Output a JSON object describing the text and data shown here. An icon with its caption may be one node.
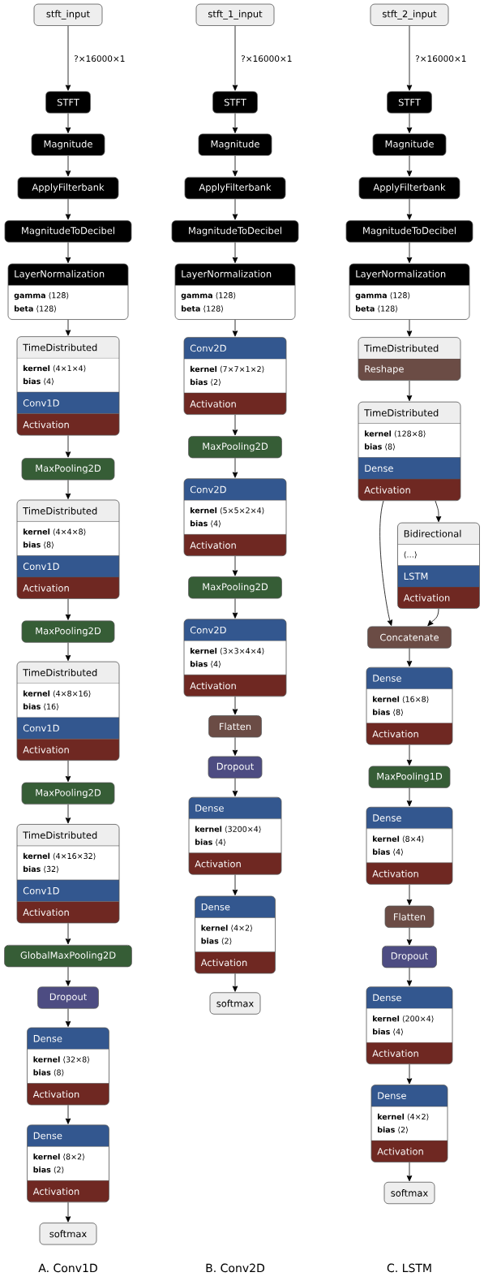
{
  "diagram": {
    "nodes": [
      {
        "text": [
          "stft_input"
        ]
      },
      {
        "text": [
          "STFT"
        ]
      },
      {
        "text": [
          "Magnitude"
        ]
      },
      {
        "text": [
          "ApplyFilterbank"
        ]
      },
      {
        "text": [
          "MagnitudeToDecibel"
        ]
      },
      {
        "text": [
          "LayerNormalization",
          "**gamma** ⟨128⟩",
          "**beta** ⟨128⟩"
        ]
      },
      {
        "text": [
          "TimeDistributed",
          "**kernel** ⟨4×1×4⟩",
          "**bias** ⟨4⟩",
          "Conv1D",
          "Activation"
        ]
      },
      {
        "text": [
          "MaxPooling2D"
        ]
      },
      {
        "text": [
          "TimeDistributed",
          "**kernel** ⟨4×4×8⟩",
          "**bias** ⟨8⟩",
          "Conv1D",
          "Activation"
        ]
      },
      {
        "text": [
          "MaxPooling2D"
        ]
      },
      {
        "text": [
          "TimeDistributed",
          "**kernel** ⟨4×8×16⟩",
          "**bias** ⟨16⟩",
          "Conv1D",
          "Activation"
        ]
      },
      {
        "text": [
          "MaxPooling2D"
        ]
      },
      {
        "text": [
          "TimeDistributed",
          "**kernel** ⟨4×16×32⟩",
          "**bias** ⟨32⟩",
          "Conv1D",
          "Activation"
        ]
      },
      {
        "text": [
          "GlobalMaxPooling2D"
        ]
      },
      {
        "text": [
          "Dropout"
        ]
      },
      {
        "text": [
          "Dense",
          "**kernel** ⟨32×8⟩",
          "**bias** ⟨8⟩",
          "Activation"
        ]
      },
      {
        "text": [
          "Dense",
          "**kernel** ⟨8×2⟩",
          "**bias** ⟨2⟩",
          "Activation"
        ]
      },
      {
        "text": [
          "softmax"
        ]
      },
      {
        "text": [
          "stft_1_input"
        ]
      },
      {
        "text": [
          "STFT"
        ]
      },
      {
        "text": [
          "Magnitude"
        ]
      },
      {
        "text": [
          "ApplyFilterbank"
        ]
      },
      {
        "text": [
          "MagnitudeToDecibel"
        ]
      },
      {
        "text": [
          "LayerNormalization",
          "**gamma** ⟨128⟩",
          "**beta** ⟨128⟩"
        ]
      },
      {
        "text": [
          "Conv2D",
          "**kernel** ⟨7×7×1×2⟩",
          "**bias** ⟨2⟩",
          "Activation"
        ]
      },
      {
        "text": [
          "MaxPooling2D"
        ]
      },
      {
        "text": [
          "Conv2D",
          "**kernel** ⟨5×5×2×4⟩",
          "**bias** ⟨4⟩",
          "Activation"
        ]
      },
      {
        "text": [
          "MaxPooling2D"
        ]
      },
      {
        "text": [
          "Conv2D",
          "**kernel** ⟨3×3×4×4⟩",
          "**bias** ⟨4⟩",
          "Activation"
        ]
      },
      {
        "text": [
          "Flatten"
        ]
      },
      {
        "text": [
          "Dropout"
        ]
      },
      {
        "text": [
          "Dense",
          "**kernel** ⟨3200×4⟩",
          "**bias** ⟨4⟩",
          "Activation"
        ]
      },
      {
        "text": [
          "Dense",
          "**kernel** ⟨4×2⟩",
          "**bias** ⟨2⟩",
          "Activation"
        ]
      },
      {
        "text": [
          "softmax"
        ]
      },
      {
        "text": [
          "stft_2_input"
        ]
      },
      {
        "text": [
          "STFT"
        ]
      },
      {
        "text": [
          "Magnitude"
        ]
      },
      {
        "text": [
          "ApplyFilterbank"
        ]
      },
      {
        "text": [
          "MagnitudeToDecibel"
        ]
      },
      {
        "text": [
          "LayerNormalization",
          "**gamma** ⟨128⟩",
          "**beta** ⟨128⟩"
        ]
      },
      {
        "text": [
          "TimeDistributed",
          "Reshape"
        ]
      },
      {
        "text": [
          "TimeDistributed",
          "**kernel** ⟨128×8⟩",
          "**bias** ⟨8⟩",
          "Dense",
          "Activation"
        ]
      },
      {
        "text": [
          "Bidirectional",
          "⟨…⟩",
          "LSTM",
          "Activation"
        ]
      },
      {
        "text": [
          "Concatenate"
        ]
      },
      {
        "text": [
          "Dense",
          "**kernel** ⟨16×8⟩",
          "**bias** ⟨8⟩",
          "Activation"
        ]
      },
      {
        "text": [
          "MaxPooling1D"
        ]
      },
      {
        "text": [
          "Dense",
          "**kernel** ⟨8×4⟩",
          "**bias** ⟨4⟩",
          "Activation"
        ]
      },
      {
        "text": [
          "Flatten"
        ]
      },
      {
        "text": [
          "Dropout"
        ]
      },
      {
        "text": [
          "Dense",
          "**kernel** ⟨200×4⟩",
          "**bias** ⟨4⟩",
          "Activation"
        ]
      },
      {
        "text": [
          "Dense",
          "**kernel** ⟨4×2⟩",
          "**bias** ⟨2⟩",
          "Activation"
        ]
      },
      {
        "text": [
          "softmax"
        ]
      }
    ],
    "edges": [
      {
        "from": 0,
        "to": 1,
        "arrow": "to",
        "label": "?×16000×1"
      },
      {
        "from": 1,
        "to": 2,
        "arrow": "to"
      },
      {
        "from": 2,
        "to": 3,
        "arrow": "to"
      },
      {
        "from": 3,
        "to": 4,
        "arrow": "to"
      },
      {
        "from": 4,
        "to": 5,
        "arrow": "to"
      },
      {
        "from": 5,
        "to": 6,
        "arrow": "to"
      },
      {
        "from": 6,
        "to": 7,
        "arrow": "to"
      },
      {
        "from": 7,
        "to": 8,
        "arrow": "to"
      },
      {
        "from": 8,
        "to": 9,
        "arrow": "to"
      },
      {
        "from": 9,
        "to": 10,
        "arrow": "to"
      },
      {
        "from": 10,
        "to": 11,
        "arrow": "to"
      },
      {
        "from": 11,
        "to": 12,
        "arrow": "to"
      },
      {
        "from": 12,
        "to": 13,
        "arrow": "to"
      },
      {
        "from": 13,
        "to": 14,
        "arrow": "to"
      },
      {
        "from": 14,
        "to": 15,
        "arrow": "to"
      },
      {
        "from": 15,
        "to": 16,
        "arrow": "to"
      },
      {
        "from": 16,
        "to": 17,
        "arrow": "to"
      },
      {
        "from": 18,
        "to": 19,
        "arrow": "to",
        "label": "?×16000×1"
      },
      {
        "from": 19,
        "to": 20,
        "arrow": "to"
      },
      {
        "from": 20,
        "to": 21,
        "arrow": "to"
      },
      {
        "from": 21,
        "to": 22,
        "arrow": "to"
      },
      {
        "from": 22,
        "to": 23,
        "arrow": "to"
      },
      {
        "from": 23,
        "to": 24,
        "arrow": "to"
      },
      {
        "from": 24,
        "to": 25,
        "arrow": "to"
      },
      {
        "from": 25,
        "to": 26,
        "arrow": "to"
      },
      {
        "from": 26,
        "to": 27,
        "arrow": "to"
      },
      {
        "from": 27,
        "to": 28,
        "arrow": "to"
      },
      {
        "from": 28,
        "to": 29,
        "arrow": "to"
      },
      {
        "from": 29,
        "to": 30,
        "arrow": "to"
      },
      {
        "from": 30,
        "to": 31,
        "arrow": "to"
      },
      {
        "from": 31,
        "to": 32,
        "arrow": "to"
      },
      {
        "from": 32,
        "to": 33,
        "arrow": "to"
      },
      {
        "from": 34,
        "to": 35,
        "arrow": "to",
        "label": "?×16000×1"
      },
      {
        "from": 35,
        "to": 36,
        "arrow": "to"
      },
      {
        "from": 36,
        "to": 37,
        "arrow": "to"
      },
      {
        "from": 37,
        "to": 38,
        "arrow": "to"
      },
      {
        "from": 38,
        "to": 39,
        "arrow": "to"
      },
      {
        "from": 39,
        "to": 40,
        "arrow": "to"
      },
      {
        "from": 40,
        "to": 41,
        "arrow": "to"
      },
      {
        "from": 41,
        "to": 42,
        "arrow": "to"
      },
      {
        "from": 41,
        "to": 43,
        "arrow": "to"
      },
      {
        "from": 42,
        "to": 43,
        "arrow": "to"
      },
      {
        "from": 43,
        "to": 44,
        "arrow": "to"
      },
      {
        "from": 44,
        "to": 45,
        "arrow": "to"
      },
      {
        "from": 45,
        "to": 46,
        "arrow": "to"
      },
      {
        "from": 46,
        "to": 47,
        "arrow": "to"
      },
      {
        "from": 47,
        "to": 48,
        "arrow": "to"
      },
      {
        "from": 48,
        "to": 49,
        "arrow": "to"
      },
      {
        "from": 49,
        "to": 50,
        "arrow": "to"
      },
      {
        "from": 50,
        "to": 51,
        "arrow": "to"
      }
    ],
    "labels": [
      "A. Conv1D",
      "B. Conv2D",
      "C. LSTM"
    ]
  }
}
